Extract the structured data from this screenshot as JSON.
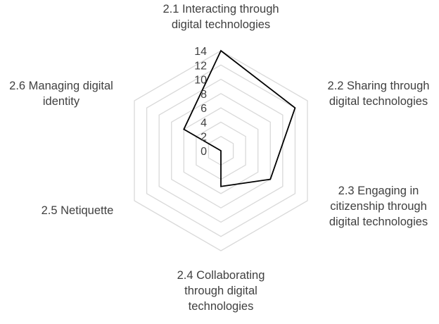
{
  "chart_data": {
    "type": "radar",
    "axes": [
      {
        "label_lines": [
          "2.1 Interacting through",
          "digital technologies"
        ]
      },
      {
        "label_lines": [
          "2.2 Sharing through",
          "digital technologies"
        ]
      },
      {
        "label_lines": [
          "2.3 Engaging in",
          "citizenship through",
          "digital technologies"
        ]
      },
      {
        "label_lines": [
          "2.4 Collaborating",
          "through digital",
          "technologies"
        ]
      },
      {
        "label_lines": [
          "2.5 Netiquette"
        ]
      },
      {
        "label_lines": [
          "2.6 Managing digital",
          "identity"
        ]
      }
    ],
    "series": [
      {
        "values": [
          14,
          12,
          8,
          5,
          0,
          6
        ]
      }
    ],
    "ticks": [
      0,
      2,
      4,
      6,
      8,
      10,
      12,
      14
    ],
    "rlim": [
      0,
      14
    ],
    "grid": true,
    "colors": {
      "series_line": "#000000",
      "grid": "#d9d9d9",
      "text": "#404040"
    }
  }
}
